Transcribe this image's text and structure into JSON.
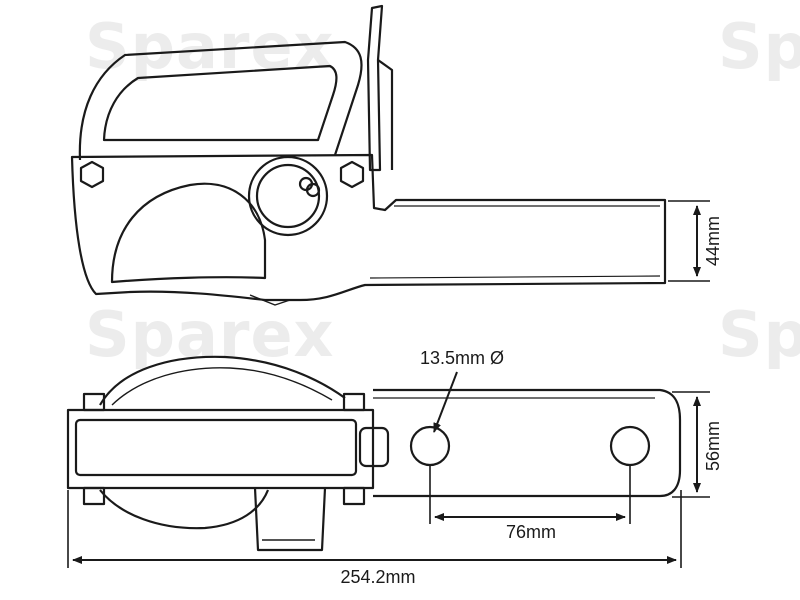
{
  "watermark": {
    "text": "Sparex"
  },
  "dimensions": {
    "height_side": "44mm",
    "hole_diameter": "13.5mm Ø",
    "width_top": "56mm",
    "hole_spacing": "76mm",
    "overall_length": "254.2mm"
  },
  "colors": {
    "line": "#1a1a1a",
    "watermark": "#ececec"
  }
}
